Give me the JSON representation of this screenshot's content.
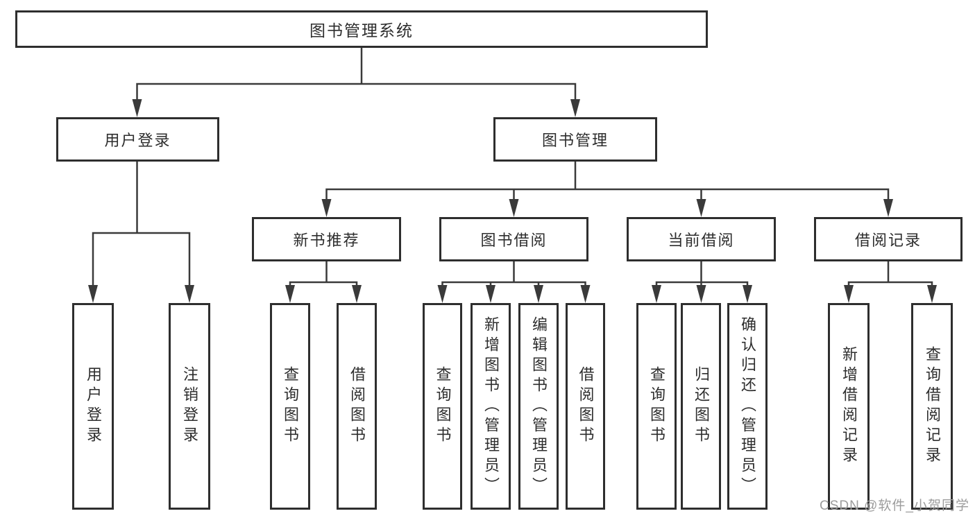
{
  "diagram": {
    "title_node": {
      "label": "图书管理系统"
    },
    "level2": [
      {
        "label": "用户登录"
      },
      {
        "label": "图书管理"
      }
    ],
    "level3": [
      {
        "label": "新书推荐"
      },
      {
        "label": "图书借阅"
      },
      {
        "label": "当前借阅"
      },
      {
        "label": "借阅记录"
      }
    ],
    "leaves": {
      "user_login": [
        {
          "label": "用户登录"
        },
        {
          "label": "注销登录"
        }
      ],
      "new_book": [
        {
          "label": "查询图书"
        },
        {
          "label": "借阅图书"
        }
      ],
      "book_borrow": [
        {
          "label": "查询图书"
        },
        {
          "label": "新增图书（管理员）"
        },
        {
          "label": "编辑图书（管理员）"
        },
        {
          "label": "借阅图书"
        }
      ],
      "current_borrow": [
        {
          "label": "查询图书"
        },
        {
          "label": "归还图书"
        },
        {
          "label": "确认归还（管理员）"
        }
      ],
      "borrow_records": [
        {
          "label": "新增借阅记录"
        },
        {
          "label": "查询借阅记录"
        }
      ]
    },
    "colors": {
      "line": "#3a3a3a",
      "box_border": "#2e2e2e",
      "text": "#2d2d2d",
      "watermark": "#9c9c9c",
      "background": "#ffffff"
    }
  },
  "watermark": {
    "text": "CSDN @软件_小贺同学"
  }
}
